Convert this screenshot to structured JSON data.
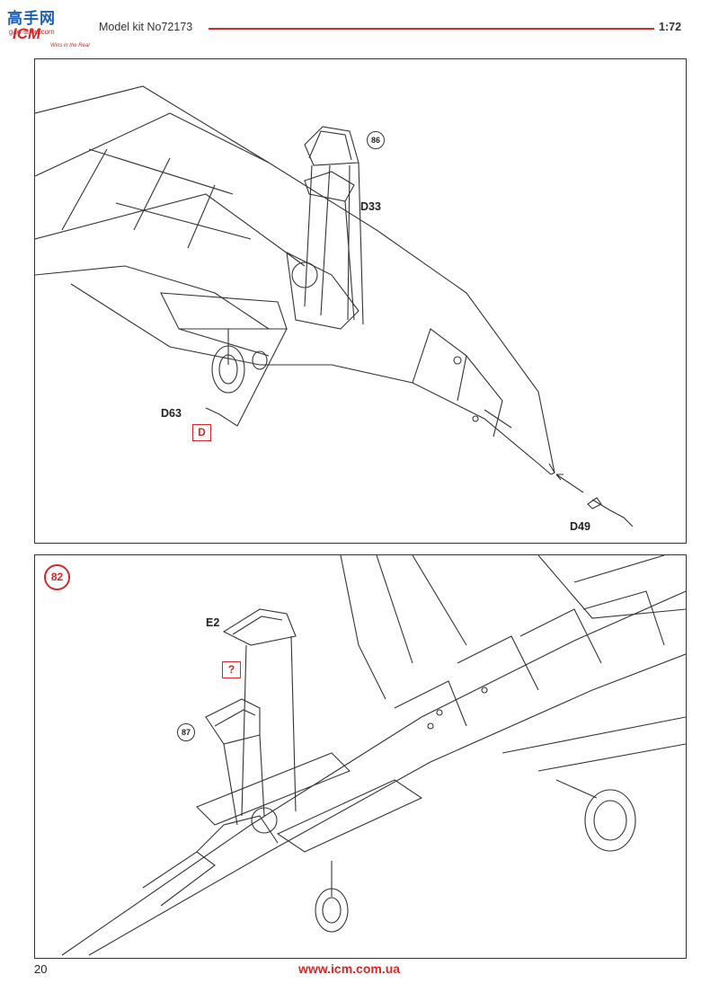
{
  "header": {
    "logo": {
      "cn": "高手网",
      "mark": "ICM",
      "url": "gao-shou.com",
      "tag": "Wins in the Real"
    },
    "kit_title": "Model kit No72173",
    "scale": "1:72"
  },
  "panel_top": {
    "labels": {
      "d63": "D63",
      "d33": "D33",
      "d49": "D49"
    },
    "part_box": "D",
    "sub_step": "86"
  },
  "panel_bottom": {
    "step_number": "82",
    "labels": {
      "e2": "E2"
    },
    "part_box": "?",
    "sub_step": "87"
  },
  "footer": {
    "page_number": "20",
    "website": "www.icm.com.ua"
  },
  "colors": {
    "accent": "#d62828",
    "line": "#333333"
  }
}
